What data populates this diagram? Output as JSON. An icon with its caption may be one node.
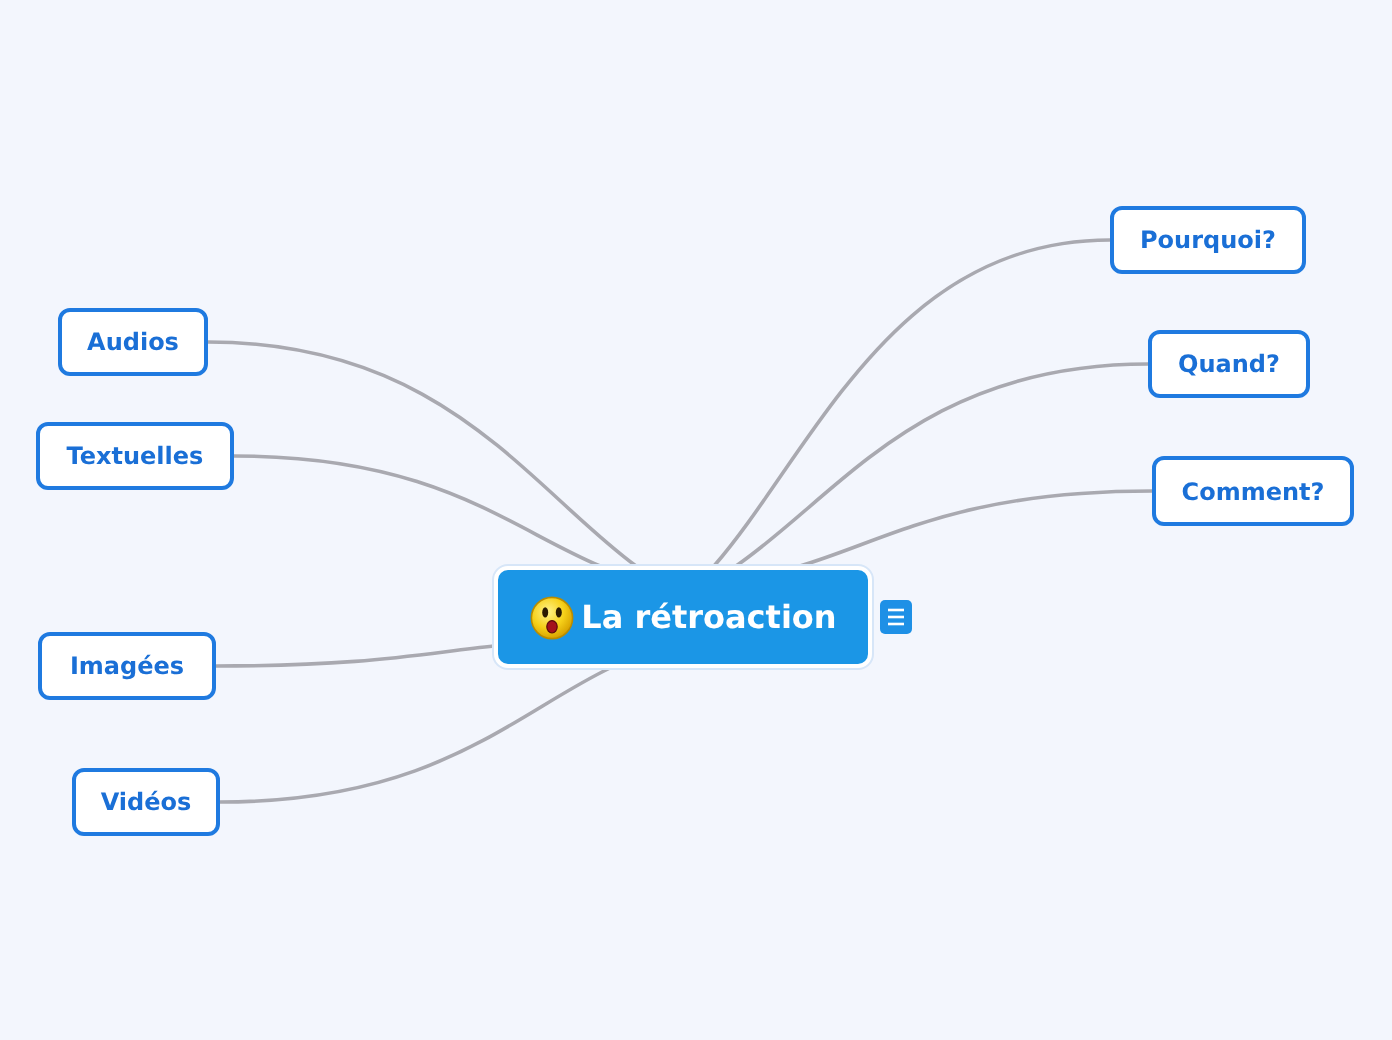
{
  "diagram": {
    "nodes": [
      {
        "text": [
          "La rétroaction"
        ]
      },
      {
        "text": [
          "Pourquoi?"
        ]
      },
      {
        "text": [
          "Quand?"
        ]
      },
      {
        "text": [
          "Comment?"
        ]
      },
      {
        "text": [
          "Audios"
        ]
      },
      {
        "text": [
          "Textuelles"
        ]
      },
      {
        "text": [
          "Imagées"
        ]
      },
      {
        "text": [
          "Vidéos"
        ]
      }
    ],
    "edges": [
      {
        "from": 0,
        "to": 1,
        "arrow": "none"
      },
      {
        "from": 0,
        "to": 2,
        "arrow": "none"
      },
      {
        "from": 0,
        "to": 3,
        "arrow": "none"
      },
      {
        "from": 0,
        "to": 4,
        "arrow": "none"
      },
      {
        "from": 0,
        "to": 5,
        "arrow": "none"
      },
      {
        "from": 0,
        "to": 6,
        "arrow": "none"
      },
      {
        "from": 0,
        "to": 7,
        "arrow": "none"
      }
    ]
  }
}
